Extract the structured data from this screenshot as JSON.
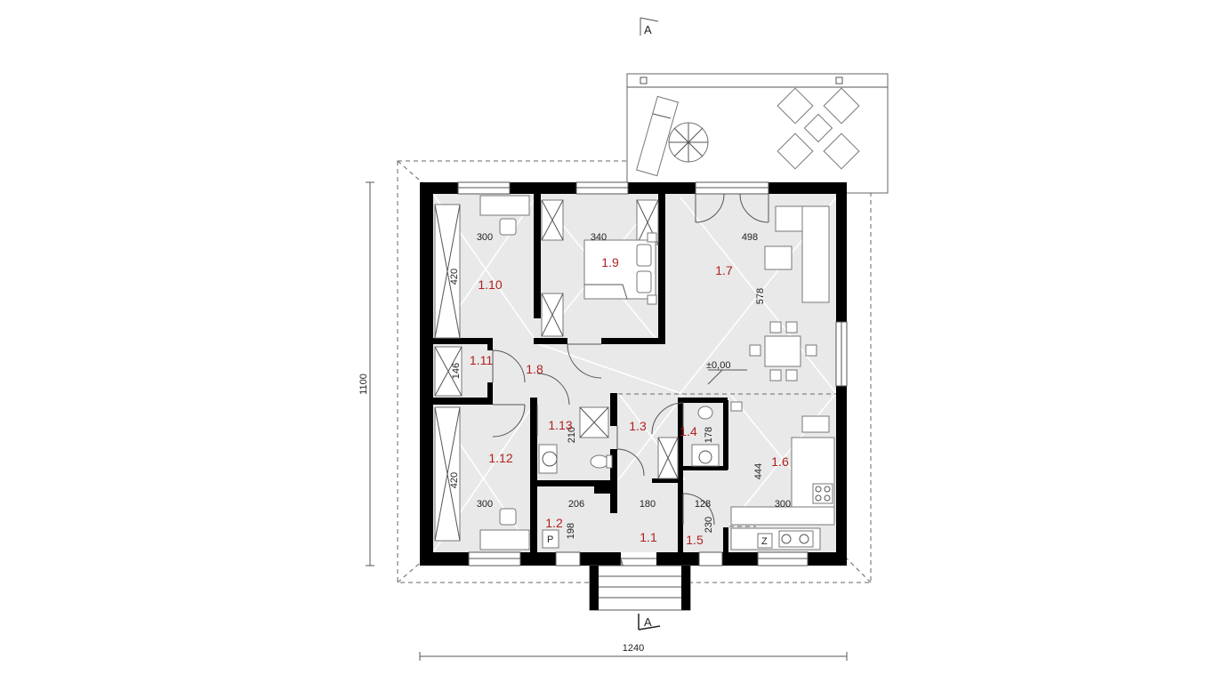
{
  "section_marks": {
    "top": "A",
    "bottom": "A"
  },
  "dimensions": {
    "overall_width": "1240",
    "overall_height": "1100",
    "d300_a": "300",
    "d340": "340",
    "d498": "498",
    "d578": "578",
    "d420_a": "420",
    "d146": "146",
    "d420_b": "420",
    "d300_b": "300",
    "d206": "206",
    "d180": "180",
    "d128": "128",
    "d300_c": "300",
    "d210": "210",
    "d178": "178",
    "d444": "444",
    "d230": "230",
    "d198": "198"
  },
  "level": "±0,00",
  "rooms": {
    "r1_1": "1.1",
    "r1_2": "1.2",
    "r1_3": "1.3",
    "r1_4": "1.4",
    "r1_5": "1.5",
    "r1_6": "1.6",
    "r1_7": "1.7",
    "r1_8": "1.8",
    "r1_9": "1.9",
    "r1_10": "1.10",
    "r1_11": "1.11",
    "r1_12": "1.12",
    "r1_13": "1.13"
  },
  "fixture_labels": {
    "p": "P",
    "z": "Z"
  }
}
